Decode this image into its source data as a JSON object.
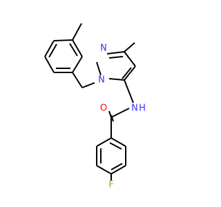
{
  "molecule": {
    "atom_labels": {
      "n1": "N",
      "n2": "N",
      "nh": "N",
      "nh_h": "H",
      "o": "O",
      "f": "F"
    },
    "colors": {
      "bond": "#000000",
      "nitrogen": "#3333ff",
      "oxygen": "#ff0d0d",
      "fluorine": "#8fb328"
    }
  }
}
